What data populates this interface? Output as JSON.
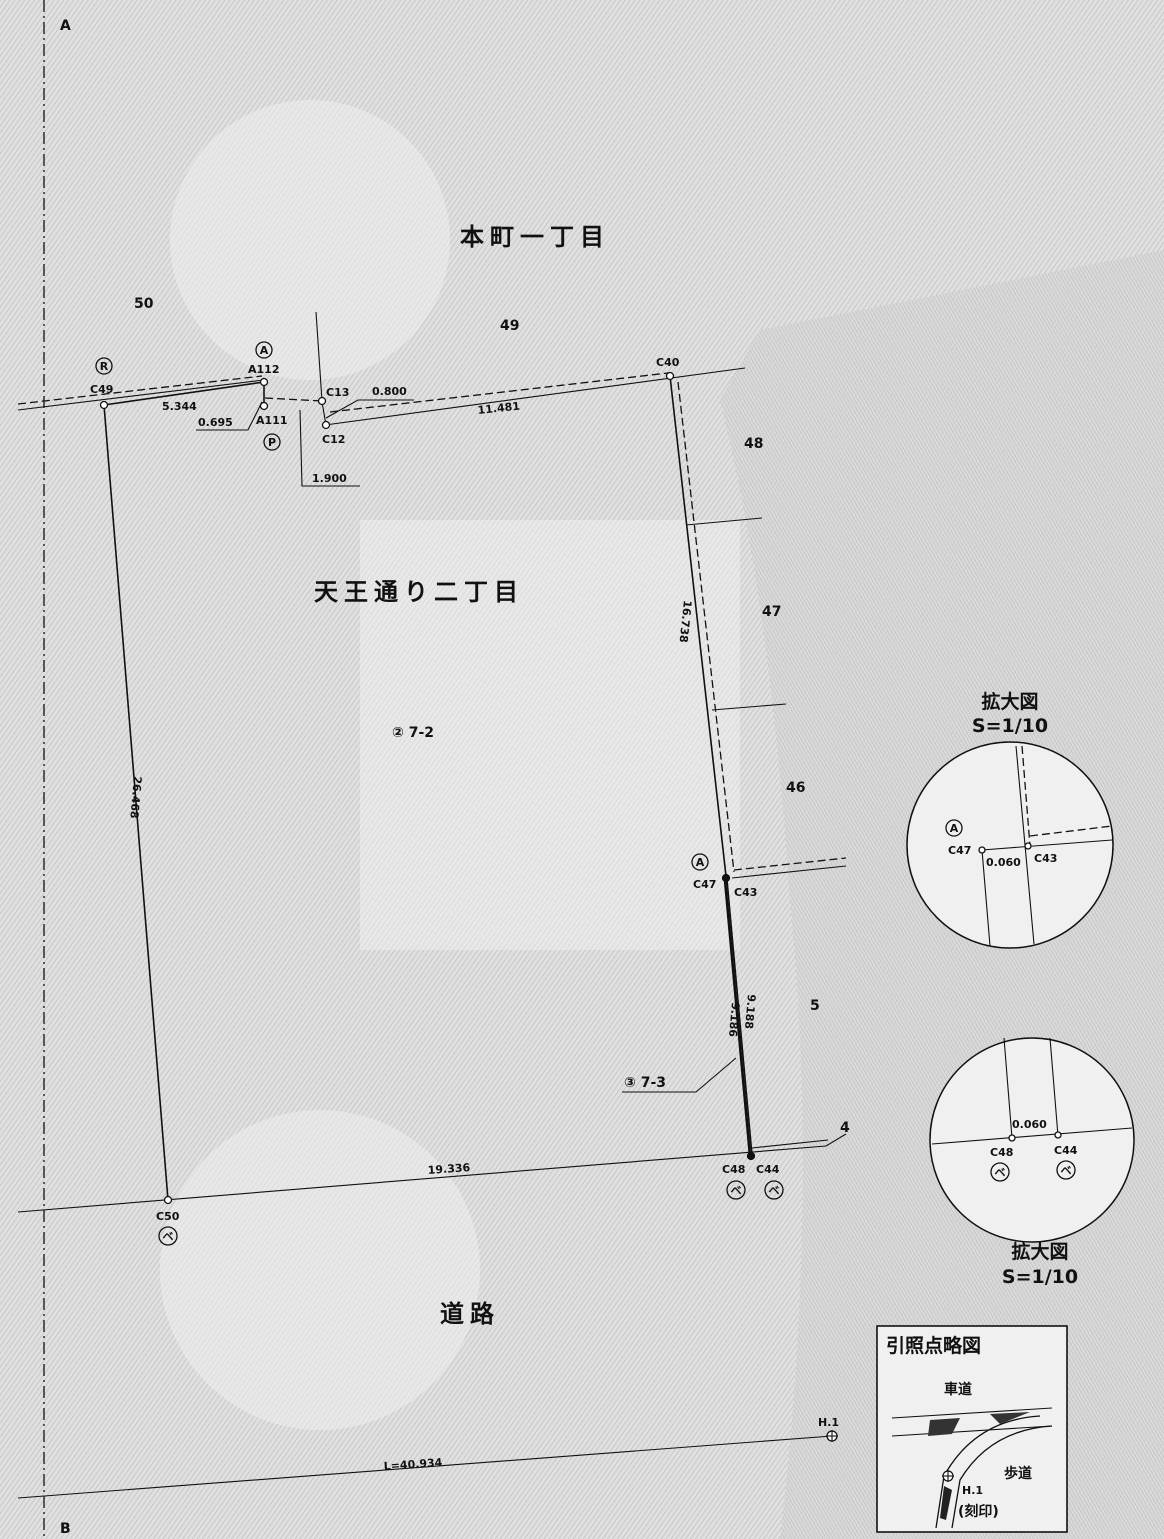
{
  "axis": {
    "top_label": "A",
    "bottom_label": "B"
  },
  "areas": {
    "north_district": "本町一丁目",
    "main_district": "天王通り二丁目",
    "road": "道路"
  },
  "parcels": {
    "lot_50": "50",
    "lot_49": "49",
    "lot_48": "48",
    "lot_47": "47",
    "lot_46": "46",
    "lot_5": "5",
    "lot_4": "4",
    "subject": "② 7-2",
    "adjacent": "③ 7-3"
  },
  "points": {
    "c49": "C49",
    "a112": "A112",
    "a111": "A111",
    "c13": "C13",
    "c12": "C12",
    "c40": "C40",
    "c47": "C47",
    "c43": "C43",
    "c48": "C48",
    "c44": "C44",
    "c50": "C50",
    "h1": "H.1"
  },
  "markers": {
    "r": "R",
    "a": "A",
    "p": "P",
    "be": "ベ"
  },
  "dimensions": {
    "d_c49_a112": "5.344",
    "d_a112_a111": "0.695",
    "d_c13_c12": "0.800",
    "d_a111_c12": "1.900",
    "d_c12_c40": "11.481",
    "d_c40_c43": "16.738",
    "d_c43_c44": "9.188",
    "d_c47_c48": "9.186",
    "d_c49_c50": "26.468",
    "d_c50_c48": "19.336",
    "d_baseline": "L=40.934"
  },
  "detail_c47": {
    "title": "拡大図",
    "scale": "S=1/10",
    "p1": "C47",
    "p2": "C43",
    "distance": "0.060",
    "marker": "A"
  },
  "detail_c48": {
    "title": "拡大図",
    "scale": "S=1/10",
    "p1": "C48",
    "p2": "C44",
    "distance": "0.060",
    "marker": "ベ"
  },
  "reference_sketch": {
    "title": "引照点略図",
    "roadway": "車道",
    "sidewalk": "歩道",
    "point": "H.1",
    "engraving": "(刻印)"
  }
}
